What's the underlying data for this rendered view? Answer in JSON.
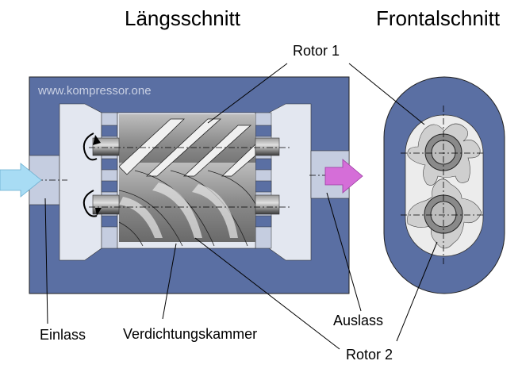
{
  "titles": {
    "longitudinal": "Längsschnitt",
    "frontal": "Frontalschnitt"
  },
  "watermark": "www.kompressor.one",
  "labels": {
    "rotor1": "Rotor 1",
    "rotor2": "Rotor 2",
    "inlet": "Einlass",
    "chamber": "Verdichtungskammer",
    "outlet": "Auslass"
  },
  "colors": {
    "housing": "#5a6fa3",
    "inlet_arrow": "#a8dcf4",
    "outlet_arrow": "#d56ed8"
  }
}
